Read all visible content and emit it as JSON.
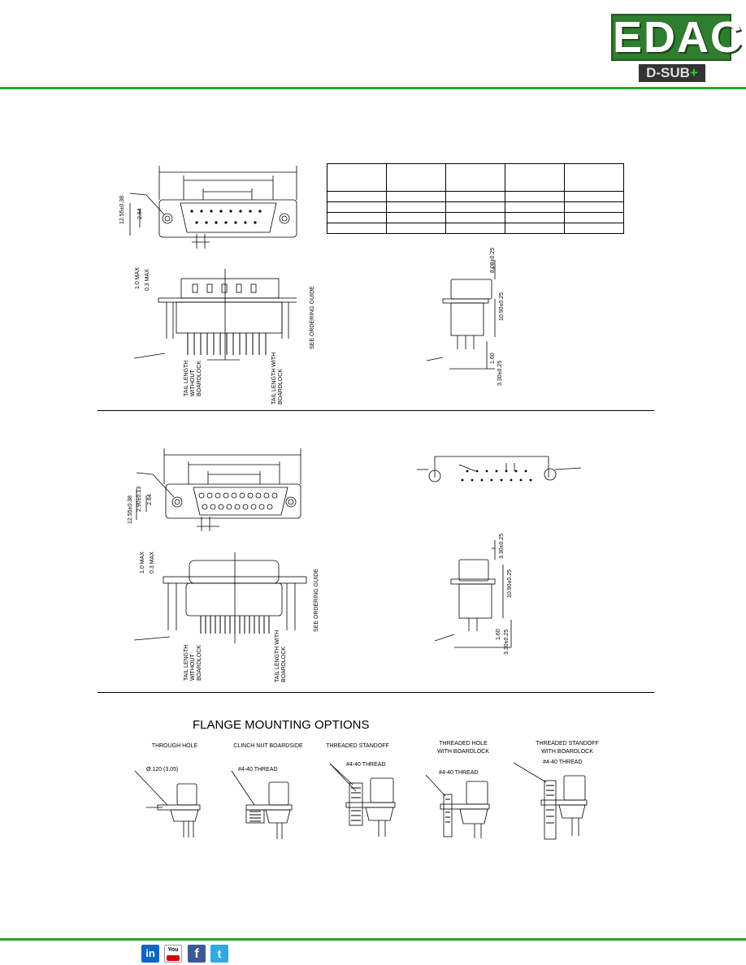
{
  "brand": {
    "logo_text": "EDAC",
    "sub_text": "D-SUB",
    "sub_plus": "+"
  },
  "colors": {
    "accent": "#2aa52a",
    "logo_green": "#2f7d2f"
  },
  "flange": {
    "title": "FLANGE MOUNTING OPTIONS",
    "options": [
      {
        "label_line1": "THROUGH HOLE",
        "label_line2": "",
        "callout": "Ø.120 (3.05)"
      },
      {
        "label_line1": "CLINCH NUT BOARDSIDE",
        "label_line2": "",
        "callout": "#4-40 THREAD"
      },
      {
        "label_line1": "THREADED STANDOFF",
        "label_line2": "",
        "callout": "#4-40 THREAD"
      },
      {
        "label_line1": "THREADED HOLE",
        "label_line2": "WITH BOARDLOCK",
        "callout": "#4-40 THREAD"
      },
      {
        "label_line1": "THREADED STANDOFF",
        "label_line2": "WITH BOARDLOCK",
        "callout": "#4-40 THREAD"
      }
    ]
  },
  "drawing_labels": {
    "see_ordering_guide": "SEE ORDERING GUIDE",
    "tail_length_without": "TAIL LENGTH WITHOUT BOARDLOCK",
    "tail_length_with": "TAIL LENGTH WITH BOARDLOCK",
    "dim_a": "12.55±0.38",
    "dim_b": "2.84",
    "dim_c": "1.0 MAX",
    "dim_d": "0.3 MAX",
    "dim_e": "8.08±0.25",
    "dim_f": "10.90±0.25",
    "dim_g": "1.60",
    "dim_h": "3.30±0.25",
    "dim_i": "2.90±0.13"
  },
  "social": [
    {
      "icon": "linkedin-icon",
      "label": "in"
    },
    {
      "icon": "youtube-icon",
      "label": "You"
    },
    {
      "icon": "facebook-icon",
      "label": "f"
    },
    {
      "icon": "twitter-icon",
      "label": "t"
    }
  ]
}
